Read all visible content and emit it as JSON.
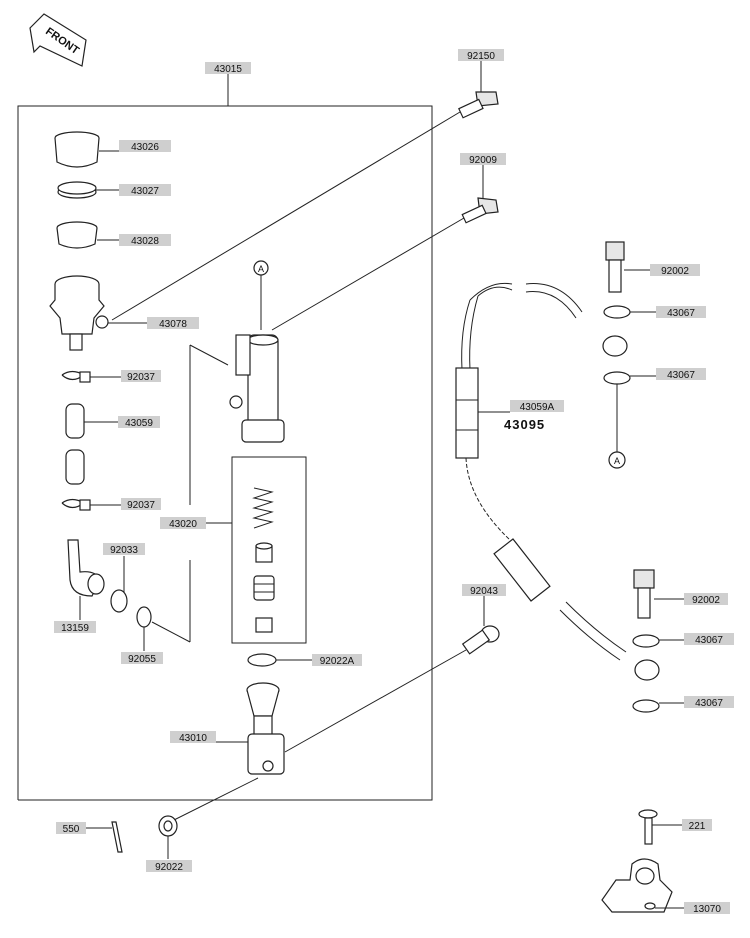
{
  "front_label": "FRONT",
  "ref_marker": "A",
  "labels": {
    "l43015": "43015",
    "l92150": "92150",
    "l43026": "43026",
    "l43027": "43027",
    "l43028": "43028",
    "l43078": "43078",
    "l92037a": "92037",
    "l43059": "43059",
    "l92037b": "92037",
    "l92033": "92033",
    "l13159": "13159",
    "l92055": "92055",
    "l43020": "43020",
    "l92009": "92009",
    "l92022A": "92022A",
    "l43010": "43010",
    "l92043": "92043",
    "l550": "550",
    "l92022": "92022",
    "l92002a": "92002",
    "l43067a": "43067",
    "l43067b": "43067",
    "l43059A": "43059A",
    "l43095": "43095",
    "l92002b": "92002",
    "l43067c": "43067",
    "l43067d": "43067",
    "l221": "221",
    "l13070": "13070"
  }
}
